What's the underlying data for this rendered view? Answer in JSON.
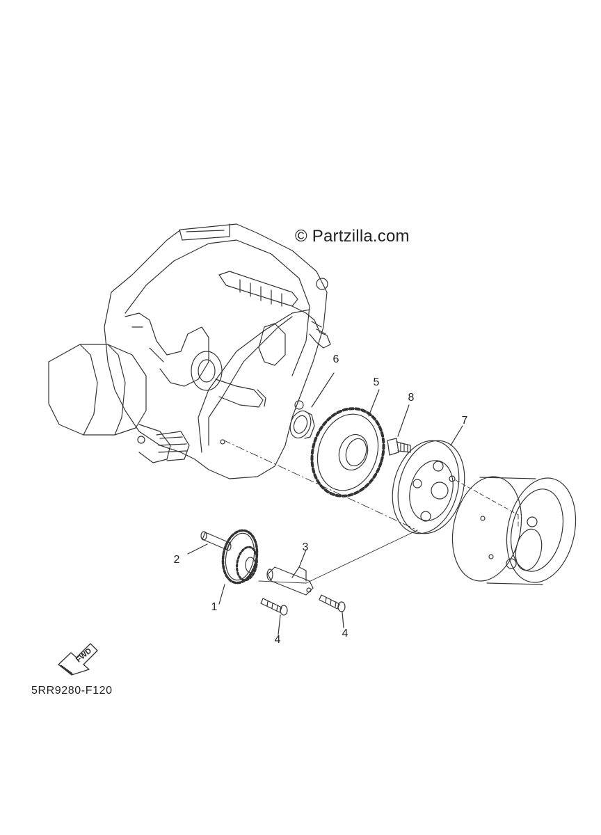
{
  "watermark": "© Partzilla.com",
  "diagram_code": "5RR9280-F120",
  "fwd_label": "FWD",
  "callouts": {
    "c1": "1",
    "c2": "2",
    "c3": "3",
    "c4a": "4",
    "c4b": "4",
    "c5": "5",
    "c6": "6",
    "c7": "7",
    "c8": "8"
  },
  "colors": {
    "line": "#333333",
    "background": "#ffffff"
  }
}
